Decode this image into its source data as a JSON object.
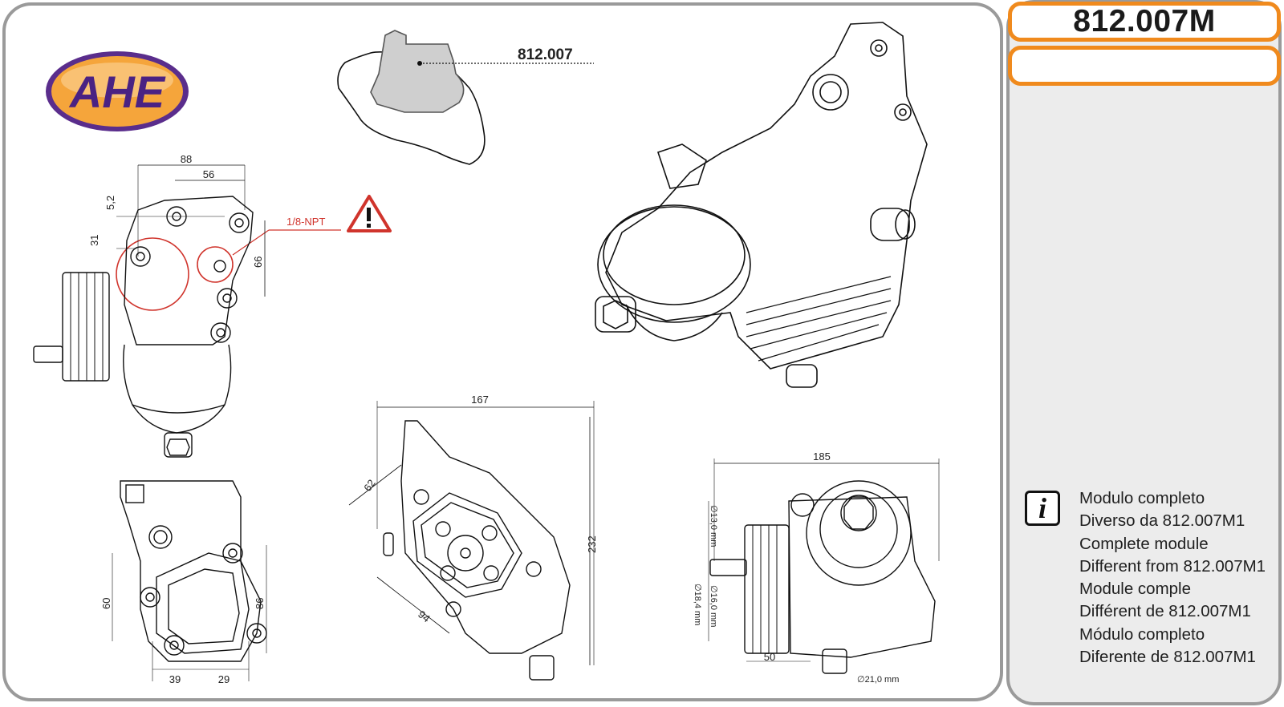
{
  "header": {
    "product_code": "812.007M"
  },
  "logo": {
    "text": "AHE",
    "colors": {
      "ring": "#5a2d8c",
      "fill": "#f5a53b",
      "text": "#4a2283"
    }
  },
  "callout": {
    "part_ref": "812.007"
  },
  "warning": {
    "label": "1/8-NPT",
    "icon": "warning-triangle-icon",
    "color": "#d0342c"
  },
  "dimensions": {
    "side_view": {
      "width_total": "88",
      "width_inner": "56",
      "offset_top": "5,2",
      "offset_left": "31",
      "height": "66"
    },
    "rear_view": {
      "height": "60",
      "height_right": "86",
      "width_left": "39",
      "width_right": "29"
    },
    "front_view": {
      "width": "167",
      "diag_top": "62",
      "diag_bottom": "94",
      "height": "232"
    },
    "bottom_view": {
      "width": "185",
      "d_top": "∅13,0 mm",
      "d_mid": "∅16,0 mm",
      "d_bot": "∅18,4 mm",
      "base": "50",
      "d_outlet": "∅21,0 mm"
    }
  },
  "info": {
    "icon": "info-icon",
    "lines": [
      "Modulo completo",
      "Diverso da 812.007M1",
      "Complete module",
      "Different from 812.007M1",
      "Module comple",
      "Différent de 812.007M1",
      "Módulo completo",
      "Diferente de 812.007M1"
    ]
  },
  "colors": {
    "accent_orange": "#f08a1d",
    "frame_gray": "#9a9a9a",
    "side_bg": "#ececec"
  }
}
